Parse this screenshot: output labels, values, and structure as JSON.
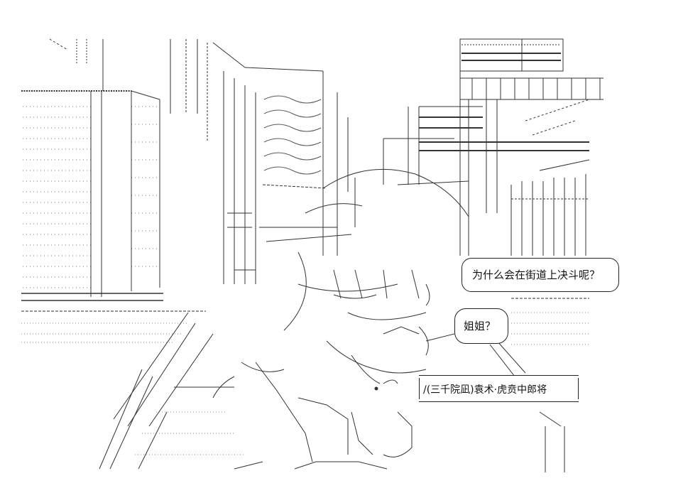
{
  "speech_bubbles": [
    {
      "text": "为什么会在街道上决斗呢？"
    },
    {
      "text": "姐姐？"
    }
  ],
  "caption": {
    "text": "/(三千院凪)袁术·虎贲中郎将"
  }
}
